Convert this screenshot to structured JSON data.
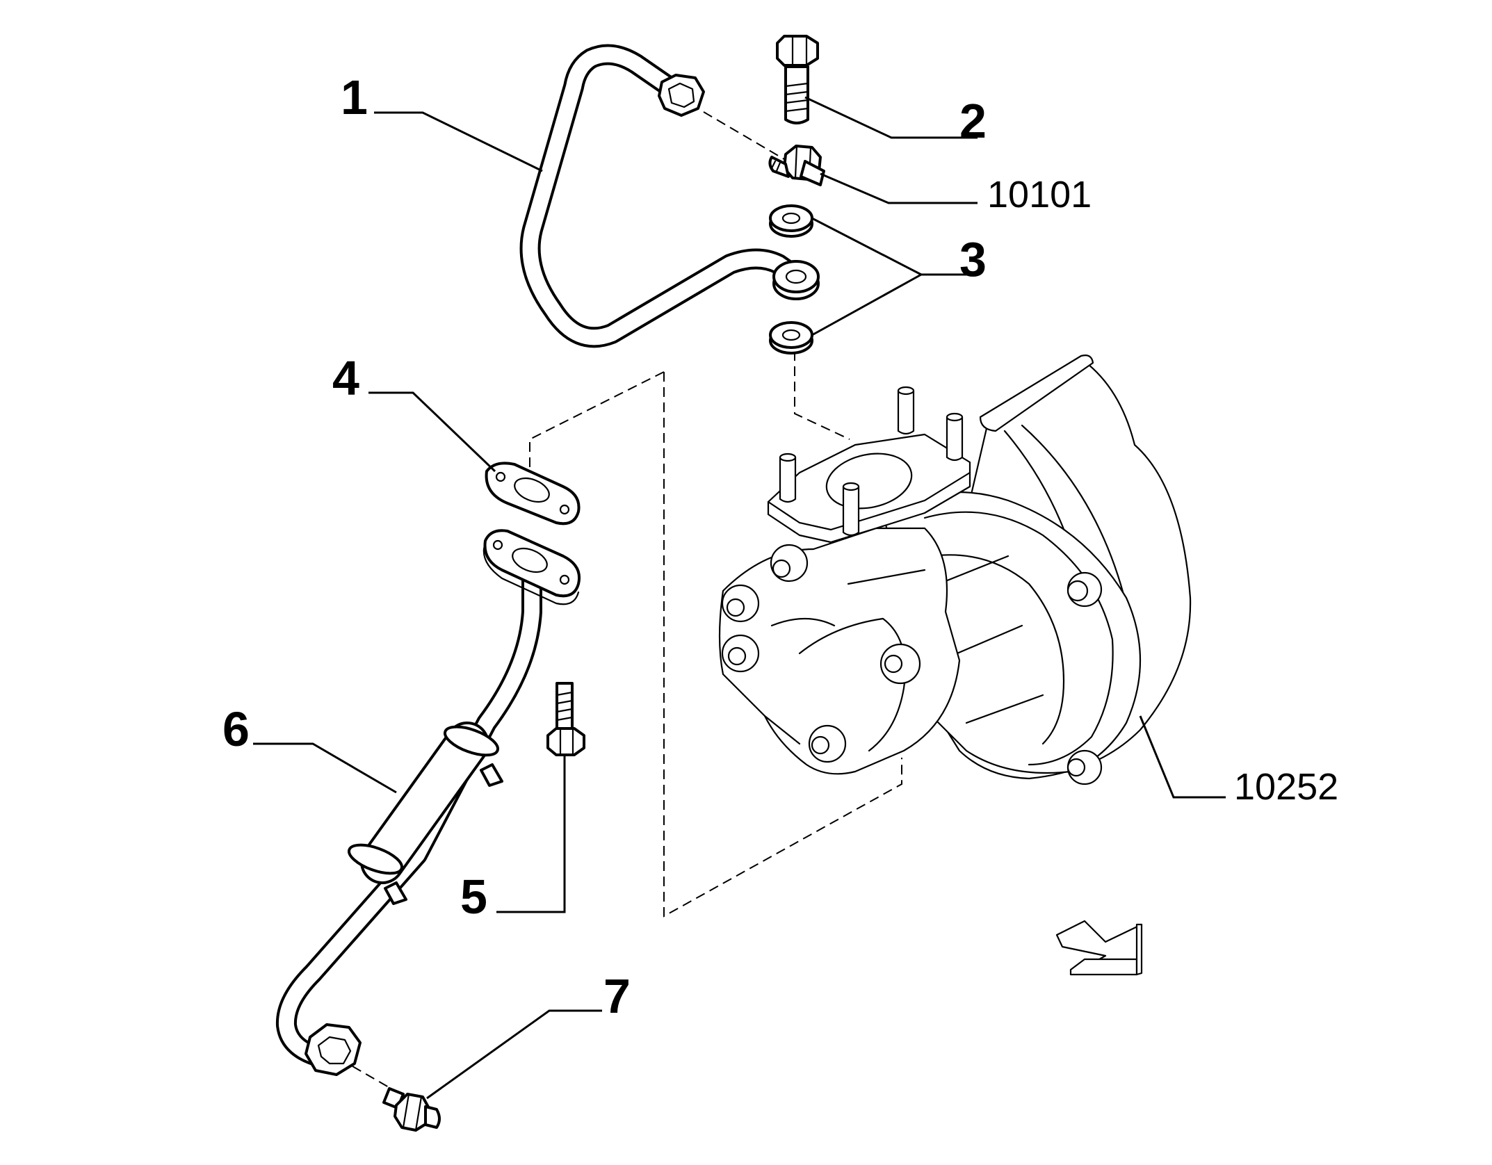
{
  "callouts": {
    "c1": "1",
    "c2": "2",
    "c3": "3",
    "c4": "4",
    "c5": "5",
    "c6": "6",
    "c7": "7",
    "c10101": "10101",
    "c10252": "10252"
  },
  "icons": {
    "orientation": "view-direction-arrow-icon"
  }
}
